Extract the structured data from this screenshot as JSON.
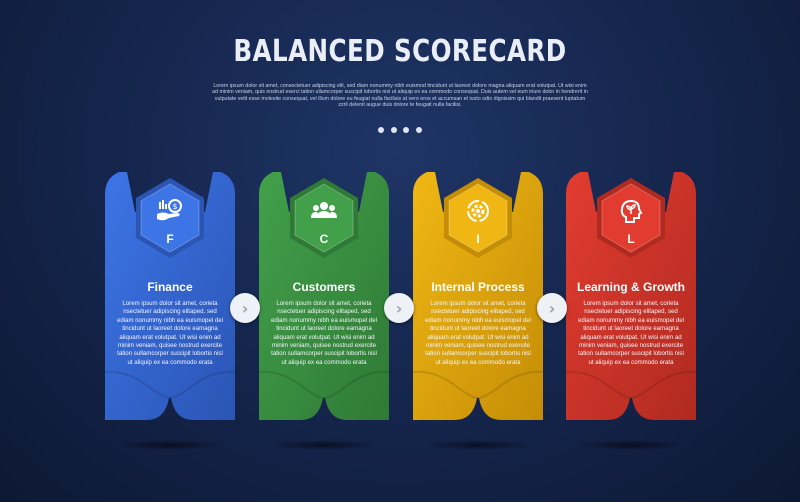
{
  "header": {
    "title": "BALANCED SCORECARD",
    "subtitle": "Lorem ipsum dolor sit amet, consectetuer adipiscing elit, sed diam nonummy nibh euismod tincidunt ut laoreet dolore magna aliquam erat volutpat. Ut wisi enim ad minim veniam, quis nostrud exerci tation ullamcorper suscipit lobortis nisl ut aliquip ex ea commodo consequat. Duis autem vel eum iriure dolor in hendrerit in vulputate velit esse molestie consequat, vel illum dolore eu feugiat nulla facilisis at vero eros et accumsan et iusto odio dignissim qui blandit praesent luptatum zzril delenit augue duis dolore te feugait nulla facilisi."
  },
  "cards": [
    {
      "letter": "F",
      "title": "Finance",
      "icon": "money-hand-icon",
      "color": "#3d74e6",
      "dark": "#2a55b4",
      "body": "Lorem ipsum dolor sit amet, corieta nsectetuer adipiscing elitaped, sed ediam nonummy nibh ea euismopel del tincidunt ut laoreet dolore eamagna aliquam erat volutpat. Ut wisi enim ad minim veniam, quisee nostrud exercite tation sullamcorper suscipit lobortis nisl ut aliquip ex ea commodo erata"
    },
    {
      "letter": "C",
      "title": "Customers",
      "icon": "people-group-icon",
      "color": "#42a04a",
      "dark": "#2f7a36",
      "body": "Lorem ipsum dolor sit amet, corieta nsectetuer adipiscing elitaped, sed ediam nonummy nibh ea euismopel del tincidunt ut laoreet dolore eamagna aliquam erat volutpat. Ut wisi enim ad minim veniam, quisee nostrud exercite tation sullamcorper suscipit lobortis nisl ut aliquip ex ea commodo erata"
    },
    {
      "letter": "I",
      "title": "Internal Process",
      "icon": "gear-cycle-icon",
      "color": "#f0b714",
      "dark": "#c48d06",
      "body": "Lorem ipsum dolor sit amet, corieta nsectetuer adipiscing elitaped, sed ediam nonummy nibh ea euismopel del tincidunt ut laoreet dolore eamagna aliquam erat volutpat. Ut wisi enim ad minim veniam, quisee nostrud exercite tation sullamcorper suscipit lobortis nisl ut aliquip ex ea commodo erata"
    },
    {
      "letter": "L",
      "title": "Learning & Growth",
      "icon": "head-plant-icon",
      "color": "#e23c30",
      "dark": "#b02a20",
      "body": "Lorem ipsum dolor sit amet, corieta nsectetuer adipiscing elitaped, sed ediam nonummy nibh ea euismopel del tincidunt ut laoreet dolore eamagna aliquam erat volutpat. Ut wisi enim ad minim veniam, quisee nostrud exercite tation sullamcorper suscipit lobortis nisl ut aliquip ex ea commodo erata"
    }
  ],
  "arrows": [
    "chevron-right-icon",
    "chevron-right-icon",
    "chevron-right-icon"
  ]
}
